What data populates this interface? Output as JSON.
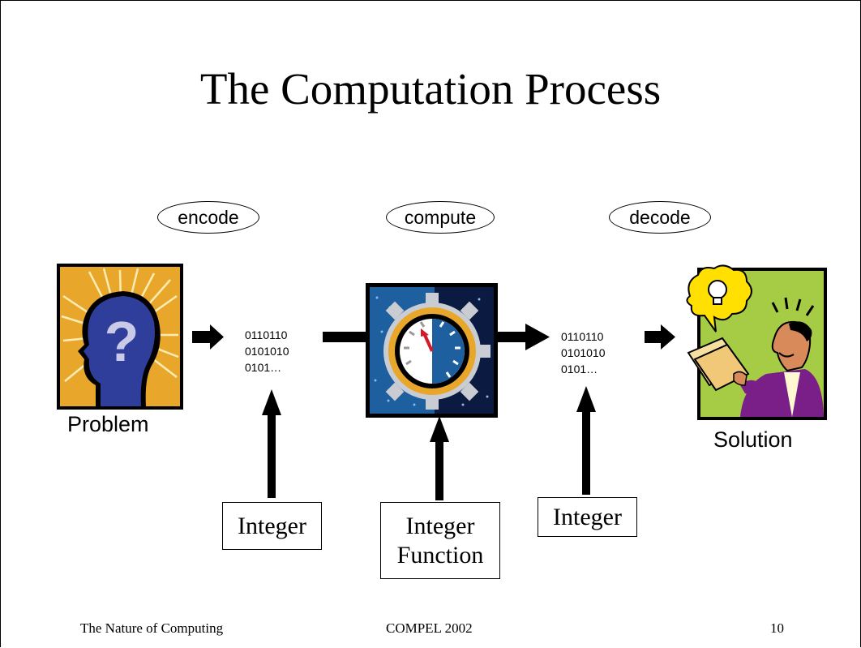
{
  "slide": {
    "title": "The Computation Process",
    "steps": {
      "encode": "encode",
      "compute": "compute",
      "decode": "decode"
    },
    "bits_left": [
      "0110110",
      "0101010",
      "0101…"
    ],
    "bits_right": [
      "0110110",
      "0101010",
      "0101…"
    ],
    "problem_label": "Problem",
    "solution_label": "Solution",
    "box_left": "Integer",
    "box_center": [
      "Integer",
      "Function"
    ],
    "box_right": "Integer"
  },
  "footer": {
    "left": "The Nature of Computing",
    "center": "COMPEL 2002",
    "page": "10"
  },
  "colors": {
    "problem_bg": "#e8a72a",
    "computer_blue": "#1e5fa0",
    "solution_bg": "#a6cc45",
    "lightbulb_bubble": "#ffe000",
    "person_suit": "#7a1f88"
  },
  "icons": {
    "problem": "head-question-mark-icon",
    "compute": "gear-clock-icon",
    "solution": "person-idea-icon"
  }
}
